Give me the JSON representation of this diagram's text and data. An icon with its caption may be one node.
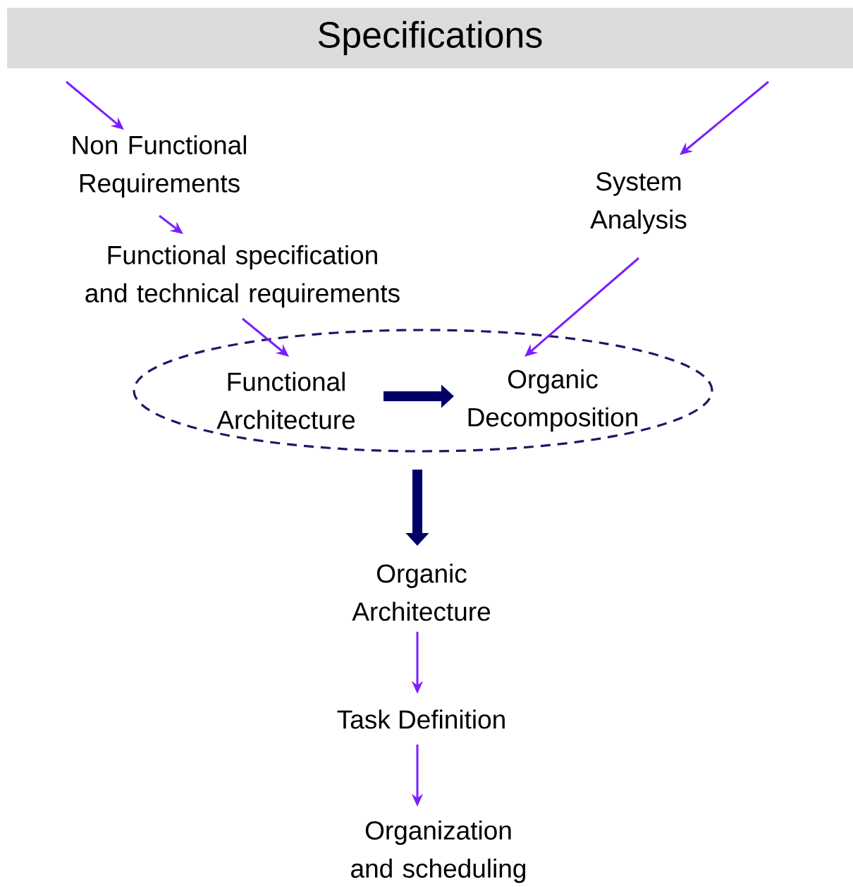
{
  "diagram": {
    "nodes": [
      {
        "text": [
          "Specifications"
        ]
      },
      {
        "text": [
          "Non Functional Requirements"
        ]
      },
      {
        "text": [
          "Functional specification and technical requirements"
        ]
      },
      {
        "text": [
          "System Analysis"
        ]
      },
      {
        "text": [],
        "shape": "ellipse"
      },
      {
        "text": [
          "Functional Architecture"
        ],
        "in": 4
      },
      {
        "text": [
          "Organic Decomposition"
        ],
        "in": 4
      },
      {
        "text": [
          "Organic Architecture"
        ]
      },
      {
        "text": [
          "Task Definition"
        ]
      },
      {
        "text": [
          "Organization and scheduling"
        ]
      }
    ],
    "edges": [
      {
        "from": 0,
        "to": 1,
        "arrow": "to"
      },
      {
        "from": 1,
        "to": 2,
        "arrow": "to"
      },
      {
        "from": 2,
        "to": 5,
        "arrow": "to"
      },
      {
        "from": 0,
        "to": 3,
        "arrow": "to"
      },
      {
        "from": 3,
        "to": 6,
        "arrow": "to"
      },
      {
        "from": 5,
        "to": 6,
        "arrow": "to",
        "style": "thick",
        "color": "#000066"
      },
      {
        "from": 4,
        "to": 7,
        "arrow": "to",
        "style": "thick",
        "color": "#000066"
      },
      {
        "from": 7,
        "to": 8,
        "arrow": "to"
      },
      {
        "from": 8,
        "to": 9,
        "arrow": "to"
      }
    ]
  }
}
